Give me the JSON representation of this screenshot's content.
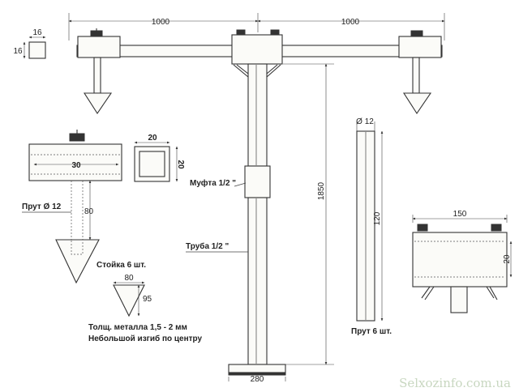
{
  "dimensions": {
    "top_left": "1000",
    "top_right": "1000",
    "cube_top": "16",
    "cube_left": "16",
    "block_width": "30",
    "square_top": "20",
    "square_side": "20",
    "rod_length": "80",
    "triangle_top": "80",
    "triangle_height": "95",
    "rod_diameter": "Ø 12",
    "rod_height": "120",
    "height": "1850",
    "base_width": "280",
    "right_block_width": "150",
    "right_block_height": "20"
  },
  "labels": {
    "rod_left": "Прут  Ø  12",
    "stand": "Стойка  6 шт.",
    "coupling": "Муфта  1/2 \"",
    "pipe": "Труба  1/2 \"",
    "rod_count": "Прут  6 шт.",
    "thickness": "Толщ.  металла  1,5 - 2 мм",
    "bend": "Небольшой  изгиб  по центру"
  },
  "watermark": "Selxozinfo.com.ua"
}
